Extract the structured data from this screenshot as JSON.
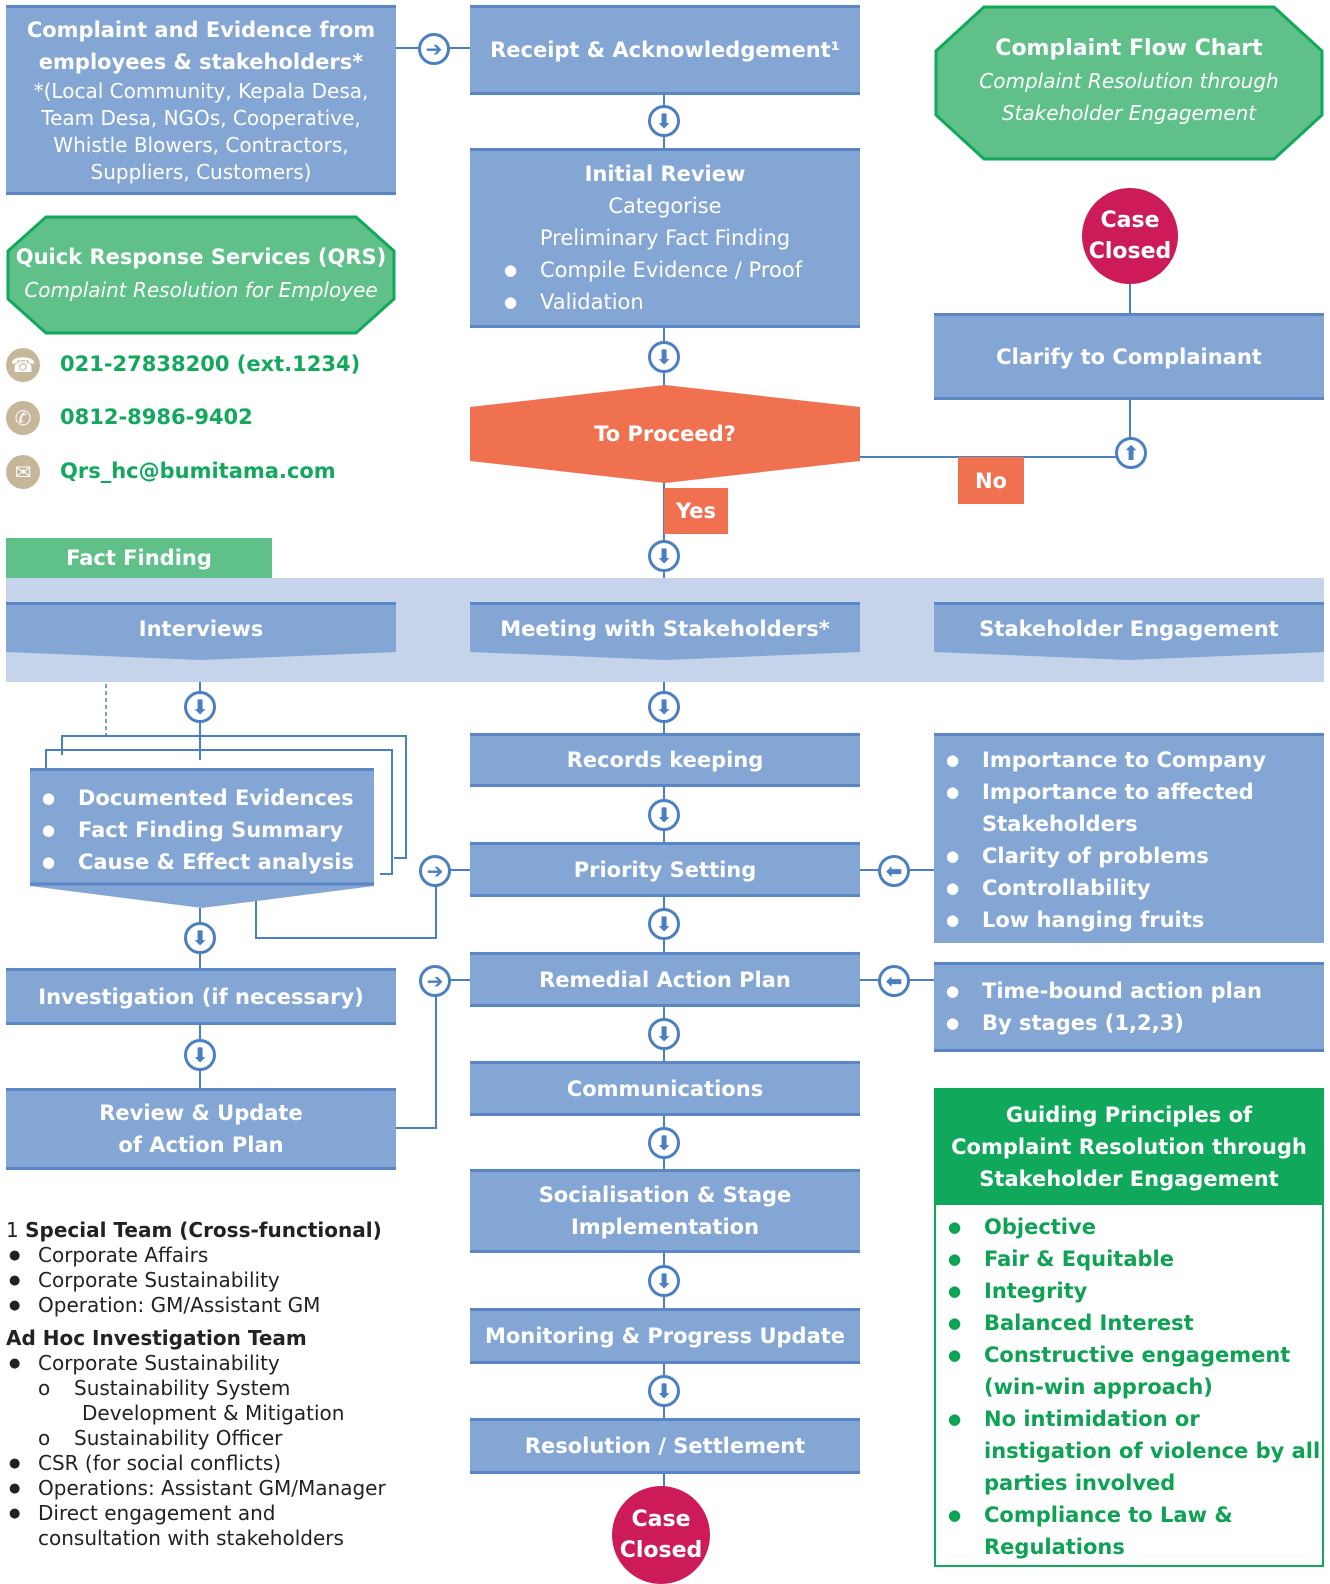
{
  "complaint_source": {
    "title_line1": "Complaint and Evidence from",
    "title_line2": "employees & stakeholders*",
    "lines": [
      "*(Local Community, Kepala Desa,",
      "Team Desa, NGOs, Cooperative,",
      "Whistle Blowers, Contractors,",
      "Suppliers, Customers)"
    ]
  },
  "receipt": "Receipt & Acknowledgement¹",
  "flow_title": {
    "title": "Complaint Flow Chart",
    "subtitle_line1": "Complaint Resolution through",
    "subtitle_line2": "Stakeholder Engagement"
  },
  "initial_review": {
    "title": "Initial Review",
    "line1": "Categorise",
    "line2": "Preliminary Fact Finding",
    "bullets": [
      "Compile Evidence / Proof",
      "Validation"
    ]
  },
  "case_closed": {
    "line1": "Case",
    "line2": "Closed"
  },
  "qrs": {
    "title": "Quick Response Services (QRS)",
    "subtitle": "Complaint Resolution for Employee"
  },
  "contacts": {
    "phone": "021-27838200 (ext.1234)",
    "whatsapp": "0812-8986-9402",
    "email": "Qrs_hc@bumitama.com"
  },
  "clarify": "Clarify to Complainant",
  "decision": "To Proceed?",
  "yes_label": "Yes",
  "no_label": "No",
  "fact_finding": "Fact Finding",
  "row": {
    "interviews": "Interviews",
    "meeting": "Meeting with Stakeholders*",
    "engagement": "Stakeholder Engagement"
  },
  "evidence_list": [
    "Documented Evidences",
    "Fact Finding Summary",
    "Cause & Effect analysis"
  ],
  "investigation": "Investigation (if necessary)",
  "review_update": {
    "line1": "Review & Update",
    "line2": "of Action Plan"
  },
  "steps": {
    "records": "Records keeping",
    "priority": "Priority Setting",
    "remedial": "Remedial Action Plan",
    "communications": "Communications",
    "socialisation_line1": "Socialisation & Stage",
    "socialisation_line2": "Implementation",
    "monitoring": "Monitoring & Progress Update",
    "resolution": "Resolution / Settlement"
  },
  "priority_criteria": [
    "Importance to Company",
    "Importance to affected Stakeholders",
    "Clarity of problems",
    "Controllability",
    "Low hanging fruits"
  ],
  "plan_criteria": [
    "Time-bound action plan",
    "By stages (1,2,3)"
  ],
  "principles": {
    "title": "Guiding Principles of Complaint Resolution through Stakeholder Engagement",
    "items": [
      "Objective",
      "Fair & Equitable",
      "Integrity",
      "Balanced Interest",
      "Constructive engagement (win-win approach)",
      "No intimidation or instigation of violence by all parties involved",
      "Compliance to Law & Regulations"
    ]
  },
  "footnote": {
    "num": "1",
    "special_title": "Special Team (Cross-functional)",
    "special_items": [
      "Corporate Affairs",
      "Corporate Sustainability",
      "Operation: GM/Assistant GM"
    ],
    "adhoc_title": "Ad Hoc Investigation Team",
    "adhoc_item1": "Corporate Sustainability",
    "adhoc_sub1_line1": "Sustainability System",
    "adhoc_sub1_line2": "Development & Mitigation",
    "adhoc_sub2": "Sustainability Officer",
    "adhoc_items": [
      "CSR (for social conflicts)",
      "Operations: Assistant GM/Manager",
      "Direct engagement and"
    ],
    "adhoc_last_line2": "consultation with stakeholders"
  },
  "colors": {
    "box": "#84a6d4",
    "box_border": "#5b86c6",
    "green": "#5fc189",
    "green_dark": "#10a85a",
    "decision": "#f07150",
    "closed": "#cc1b58",
    "band": "#c5d4eb"
  },
  "icons": {
    "right": "arrow-right-circle-icon",
    "down": "arrow-down-circle-icon",
    "left": "arrow-left-circle-icon",
    "up": "arrow-up-circle-icon",
    "phone": "phone-icon",
    "whatsapp": "whatsapp-icon",
    "email": "envelope-icon"
  }
}
